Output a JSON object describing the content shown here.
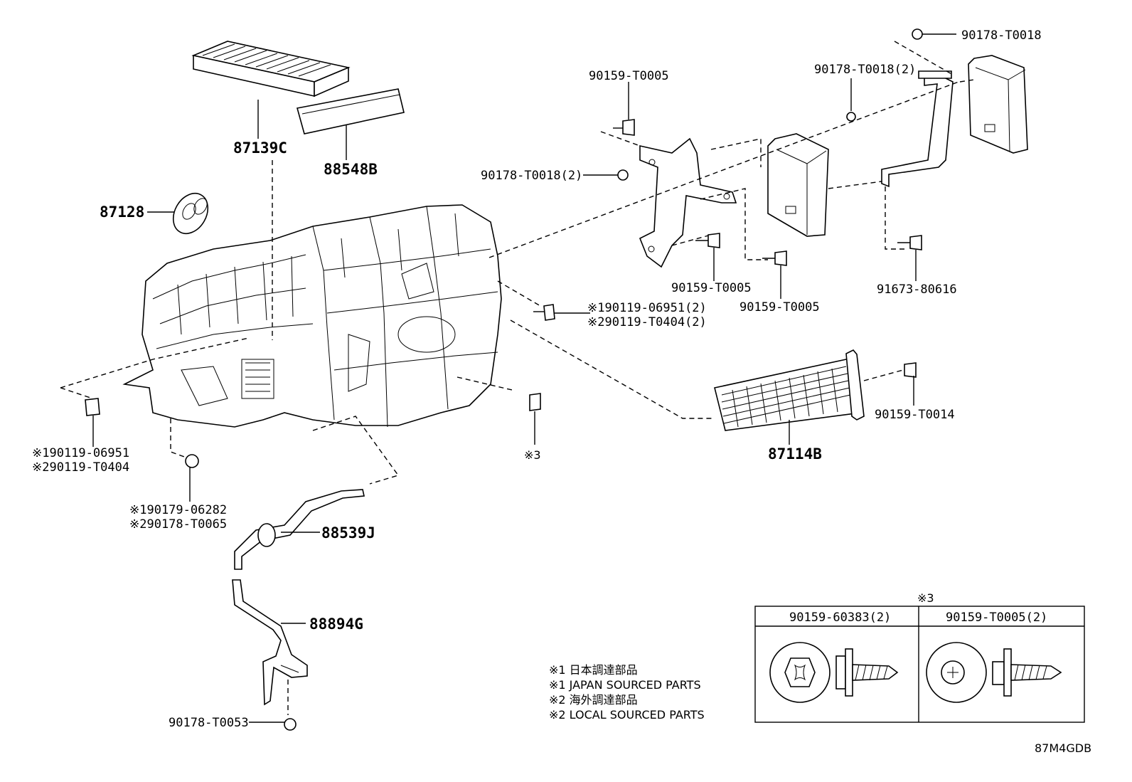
{
  "parts": {
    "filter": "87139C",
    "filter_cover": "88548B",
    "grommet": "87128",
    "heater_core": "87114B",
    "drain_hose_upper": "88539J",
    "drain_hose_lower": "88894G",
    "nut_bottom": "90178-T0053",
    "nut_top_right": "90178-T0018",
    "nut_mid_2": "90178-T0018(2)",
    "nut_left_2": "90178-T0018(2)",
    "screw_top": "90159-T0005",
    "screw_mid1": "90159-T0005",
    "screw_mid2": "90159-T0005",
    "screw_right": "91673-80616",
    "screw_core": "90159-T0014",
    "bolt_mid_1": "※190119-06951(2)",
    "bolt_mid_2": "※290119-T0404(2)",
    "bolt_left_1": "※190119-06951",
    "bolt_left_2": "※290119-T0404",
    "nut_left_1": "※190179-06282",
    "nut_left_2b": "※290178-T0065",
    "ref3": "※3"
  },
  "legend": {
    "line1": "※1 日本調達部品",
    "line2": "※1 JAPAN SOURCED PARTS",
    "line3": "※2 海外調達部品",
    "line4": "※2 LOCAL SOURCED PARTS"
  },
  "table": {
    "title": "※3",
    "col1": "90159-60383(2)",
    "col2": "90159-T0005(2)"
  },
  "diagram_code": "87M4GDB"
}
